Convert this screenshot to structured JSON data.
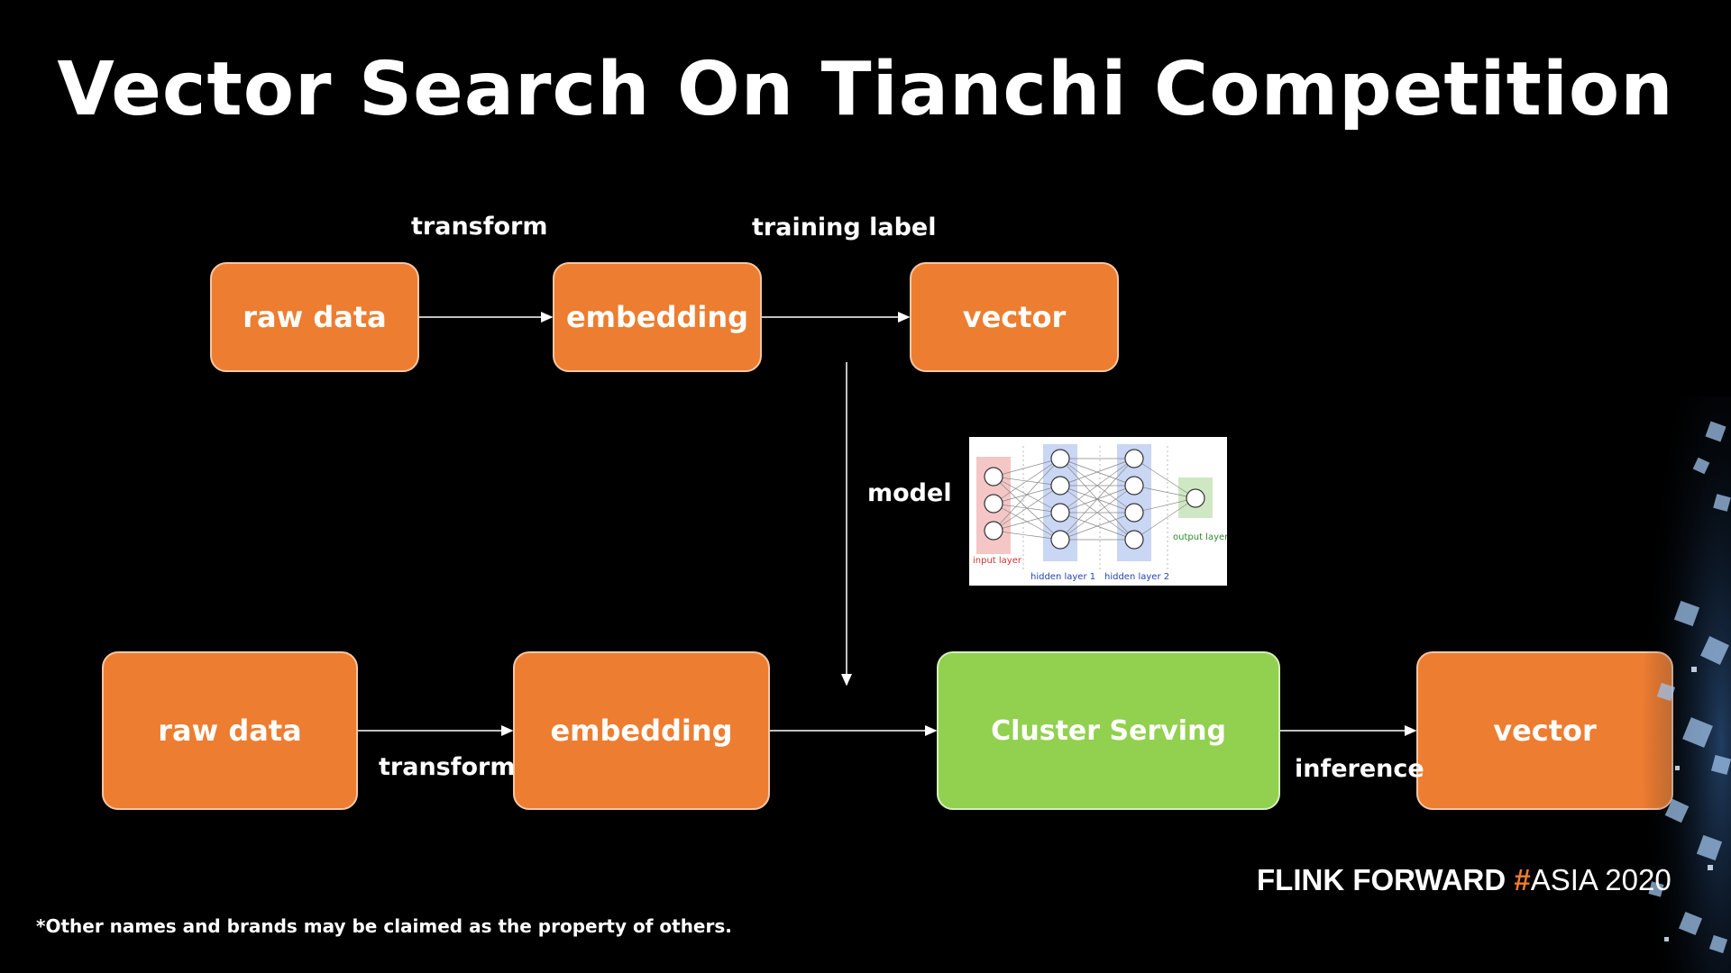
{
  "title": "Vector Search On Tianchi Competition",
  "top_flow": {
    "raw_data": "raw data",
    "embedding": "embedding",
    "vector": "vector",
    "transform_label": "transform",
    "training_label": "training label"
  },
  "model_label": "model",
  "nn_figure": {
    "input_layer": "input layer",
    "hidden_layer_1": "hidden layer 1",
    "hidden_layer_2": "hidden layer 2",
    "output_layer": "output layer"
  },
  "bottom_flow": {
    "raw_data": "raw data",
    "embedding": "embedding",
    "cluster_serving": "Cluster Serving",
    "vector": "vector",
    "transform_label": "transform",
    "inference_label": "inference"
  },
  "footnote": "*Other names and brands may be claimed as the property of others.",
  "brand": {
    "part1": "FLINK  FORWARD ",
    "part2": "#",
    "part3": "ASIA 2020"
  },
  "colors": {
    "orange_box": "#ED7D31",
    "green_box": "#92D050",
    "background": "#000000"
  }
}
